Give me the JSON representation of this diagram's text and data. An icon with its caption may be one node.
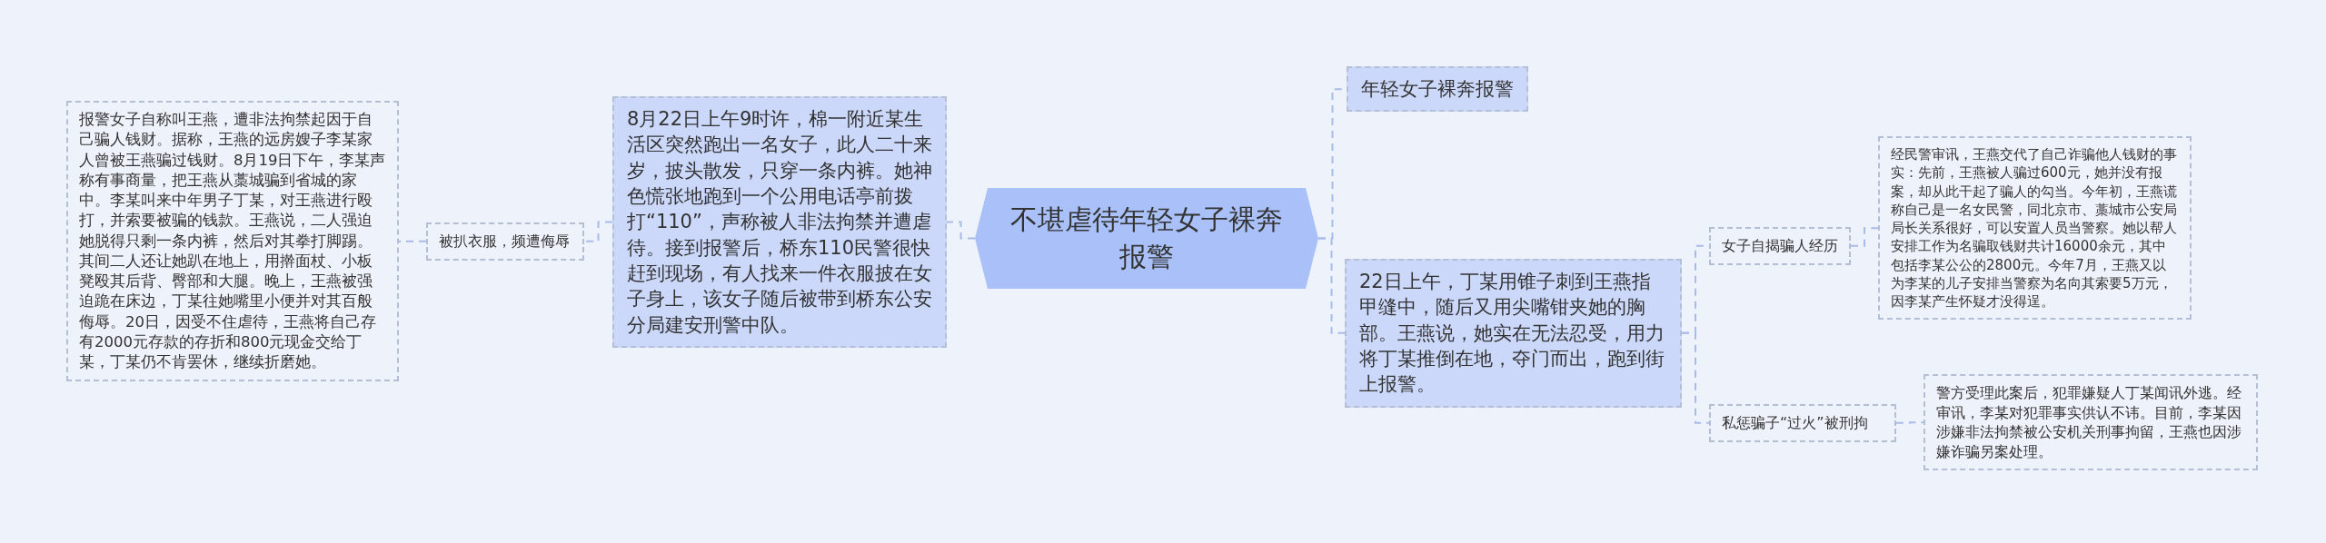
{
  "diagram": {
    "nodes": [
      {
        "text": [
          "不堪虐待年轻女子裸奔报警"
        ]
      },
      {
        "text": [
          "8月22日上午9时许，棉一附近某生活区突然跑出一名女子，此人二十来岁，披头散发，只穿一条内裤。她神色慌张地跑到一个公用电话亭前拨打“110”，声称被人非法拘禁并遭虐待。接到报警后，桥东110民警很快赶到现场，有人找来一件衣服披在女子身上，该女子随后被带到桥东公安分局建安刑警中队。"
        ]
      },
      {
        "text": [
          "被扒衣服，频遭侮辱"
        ]
      },
      {
        "text": [
          "报警女子自称叫王燕，遭非法拘禁起因于自己骗人钱财。据称，王燕的远房嫂子李某家人曾被王燕骗过钱财。8月19日下午，李某声称有事商量，把王燕从藁城骗到省城的家中。李某叫来中年男子丁某，对王燕进行殴打，并索要被骗的钱款。王燕说，二人强迫她脱得只剩一条内裤，然后对其拳打脚踢。其间二人还让她趴在地上，用擀面杖、小板凳殴其后背、臀部和大腿。晚上，王燕被强迫跪在床边，丁某往她嘴里小便并对其百般侮辱。20日，因受不住虐待，王燕将自己存有2000元存款的存折和800元现金交给丁某，丁某仍不肯罢休，继续折磨她。"
        ]
      },
      {
        "text": [
          "年轻女子裸奔报警"
        ]
      },
      {
        "text": [
          "22日上午，丁某用锥子刺到王燕指甲缝中，随后又用尖嘴钳夹她的胸部。王燕说，她实在无法忍受，用力将丁某推倒在地，夺门而出，跑到街上报警。"
        ]
      },
      {
        "text": [
          "女子自揭骗人经历"
        ]
      },
      {
        "text": [
          "经民警审讯，王燕交代了自己诈骗他人钱财的事实：先前，王燕被人骗过600元，她并没有报案，却从此干起了骗人的勾当。今年初，王燕谎称自己是一名女民警，同北京市、藁城市公安局局长关系很好，可以安置人员当警察。她以帮人安排工作为名骗取钱财共计16000余元，其中包括李某公公的2800元。今年7月，王燕又以为李某的儿子安排当警察为名向其索要5万元，因李某产生怀疑才没得逞。"
        ]
      },
      {
        "text": [
          "私惩骗子“过火”被刑拘"
        ]
      },
      {
        "text": [
          "警方受理此案后，犯罪嫌疑人丁某闻讯外逃。经审讯，李某对犯罪事实供认不讳。目前，李某因涉嫌非法拘禁被公安机关刑事拘留，王燕也因涉嫌诈骗另案处理。"
        ]
      }
    ],
    "edges": [
      {
        "from": 0,
        "to": 1,
        "arrow": "none"
      },
      {
        "from": 1,
        "to": 2,
        "arrow": "none"
      },
      {
        "from": 2,
        "to": 3,
        "arrow": "none"
      },
      {
        "from": 0,
        "to": 4,
        "arrow": "none"
      },
      {
        "from": 0,
        "to": 5,
        "arrow": "none"
      },
      {
        "from": 5,
        "to": 6,
        "arrow": "none"
      },
      {
        "from": 6,
        "to": 7,
        "arrow": "none"
      },
      {
        "from": 5,
        "to": 8,
        "arrow": "none"
      },
      {
        "from": 8,
        "to": 9,
        "arrow": "none"
      }
    ]
  }
}
